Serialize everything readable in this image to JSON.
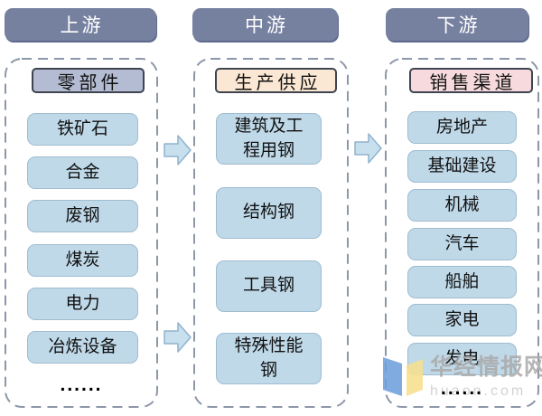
{
  "diagram": {
    "columns": [
      {
        "stage": "上游",
        "category": "零部件",
        "items": [
          "铁矿石",
          "合金",
          "废钢",
          "煤炭",
          "电力",
          "冶炼设备"
        ],
        "ellipsis": "......"
      },
      {
        "stage": "中游",
        "category": "生产供应",
        "items": [
          "建筑及工程用钢",
          "结构钢",
          "工具钢",
          "特殊性能钢"
        ]
      },
      {
        "stage": "下游",
        "category": "销售渠道",
        "items": [
          "房地产",
          "基础建设",
          "机械",
          "汽车",
          "船舶",
          "家电",
          "发电"
        ],
        "ellipsis": "......"
      }
    ],
    "colors": {
      "stage_header_bg": "#7681A0",
      "stage_header_text": "#FFFFFF",
      "dashed_border": "#8C97A8",
      "item_bg": "#BFD9E9",
      "item_border": "#9FBCD0",
      "category_upstream_bg": "#B3BCD2",
      "category_midstream_bg": "#FBE8D4",
      "category_downstream_bg": "#F6DADD",
      "arrow_fill": "#C8E0EE",
      "arrow_stroke": "#8FB3CE",
      "watermark_text": "#ABABAB"
    },
    "watermark": {
      "name": "华经情报网",
      "domain": "huaon.com"
    }
  }
}
